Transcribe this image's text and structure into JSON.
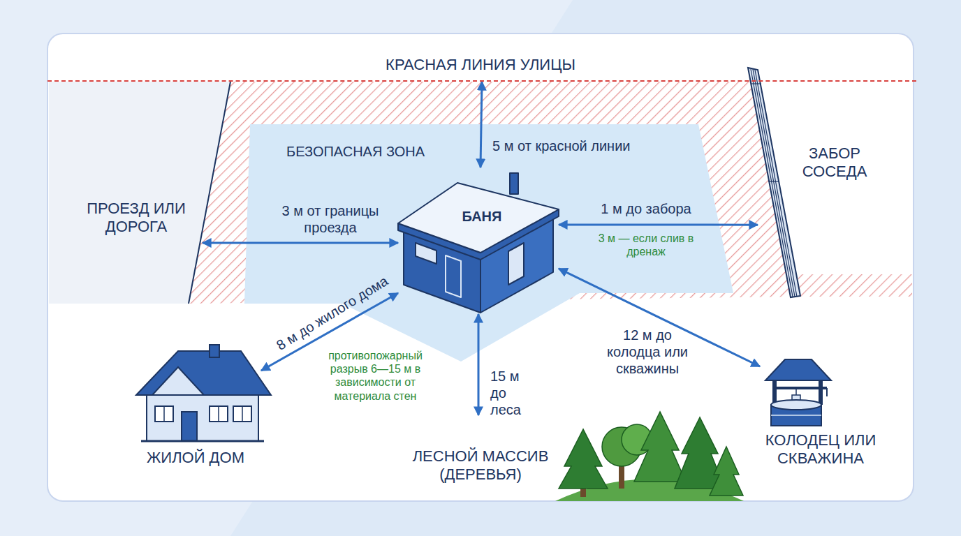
{
  "diagram": {
    "nodes": [
      {
        "text": [
          "КРАСНАЯ ЛИНИЯ УЛИЦЫ"
        ]
      },
      {
        "text": [
          "БЕЗОПАСНАЯ ЗОНА"
        ]
      },
      {
        "text": [
          "БАНЯ"
        ],
        "in": 1
      },
      {
        "text": [
          "ПРОЕЗД ИЛИ ДОРОГА"
        ]
      },
      {
        "text": [
          "ЗАБОР СОСЕДА"
        ]
      },
      {
        "text": [
          "ЖИЛОЙ ДОМ"
        ]
      },
      {
        "text": [
          "ЛЕСНОЙ МАССИВ (ДЕРЕВЬЯ)"
        ]
      },
      {
        "text": [
          "КОЛОДЕЦ ИЛИ СКВАЖИНА"
        ]
      }
    ],
    "edges": [
      {
        "from": 2,
        "to": 0,
        "label": "5 м от красной линии",
        "arrow": "both"
      },
      {
        "from": 2,
        "to": 3,
        "label": "3 м от границы проезда",
        "arrow": "both"
      },
      {
        "from": 2,
        "to": 4,
        "label": "1 м до забора",
        "arrow": "both"
      },
      {
        "from": 2,
        "to": 5,
        "label": "8 м до жилого дома",
        "arrow": "both"
      },
      {
        "from": 2,
        "to": 6,
        "label": "15 м до леса",
        "arrow": "both"
      },
      {
        "from": 2,
        "to": 7,
        "label": "12 м до колодца или скважины",
        "arrow": "both"
      }
    ],
    "labels": [
      "3 м — если слив в дренаж",
      "противопожарный разрыв 6—15 м в зависимости от материала стен"
    ]
  }
}
